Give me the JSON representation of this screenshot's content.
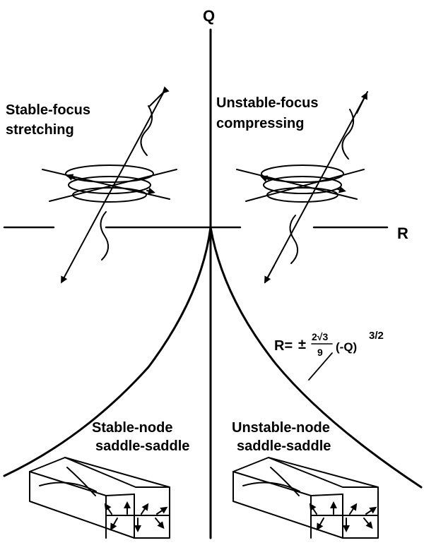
{
  "axes": {
    "q_label": "Q",
    "r_label": "R"
  },
  "regions": {
    "top_left": {
      "line1": "Stable-focus",
      "line2": "stretching"
    },
    "top_right": {
      "line1": "Unstable-focus",
      "line2": "compressing"
    },
    "bottom_left": {
      "line1": "Stable-node",
      "line2": "saddle-saddle"
    },
    "bottom_right": {
      "line1": "Unstable-node",
      "line2": "saddle-saddle"
    }
  },
  "formula": {
    "lhs": "R=",
    "sign": "±",
    "num": "2√3",
    "den": "9",
    "arg": "(-Q)",
    "exp": "3/2"
  },
  "colors": {
    "ink": "#000000",
    "background": "#ffffff"
  }
}
